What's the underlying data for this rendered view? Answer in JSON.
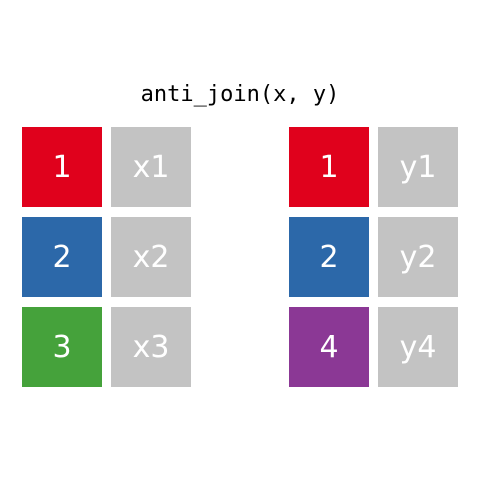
{
  "title": "anti_join(x, y)",
  "colors": {
    "red": "#e0011c",
    "blue": "#2c68a9",
    "green": "#45a23b",
    "purple": "#8b3895",
    "gray": "#c3c3c3"
  },
  "x": [
    {
      "key": "1",
      "val": "x1",
      "color": "#e0011c"
    },
    {
      "key": "2",
      "val": "x2",
      "color": "#2c68a9"
    },
    {
      "key": "3",
      "val": "x3",
      "color": "#45a23b"
    }
  ],
  "y": [
    {
      "key": "1",
      "val": "y1",
      "color": "#e0011c"
    },
    {
      "key": "2",
      "val": "y2",
      "color": "#2c68a9"
    },
    {
      "key": "4",
      "val": "y4",
      "color": "#8b3895"
    }
  ]
}
